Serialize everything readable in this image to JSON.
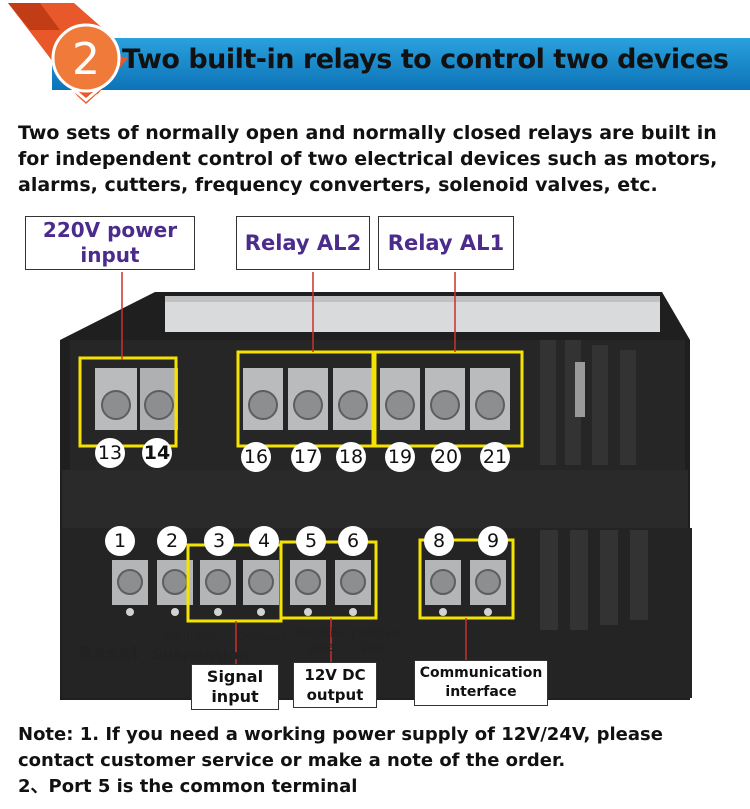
{
  "badge": {
    "number": "2"
  },
  "header": {
    "title": "Two built-in relays to control two devices"
  },
  "intro": {
    "text": "Two sets of normally open and normally closed relays are built in for independent control of two electrical devices such as motors, alarms, cutters, frequency converters, solenoid valves, etc."
  },
  "top_labels": {
    "power": "220V power input",
    "relay_al2": "Relay AL2",
    "relay_al1": "Relay AL1"
  },
  "top_terminals": [
    "13",
    "14",
    "16",
    "17",
    "18",
    "19",
    "20",
    "21"
  ],
  "bottom_terminals": [
    "1",
    "2",
    "3",
    "4",
    "5",
    "6",
    "8",
    "9"
  ],
  "bottom_labels": {
    "reset": "Reset",
    "suspension": "Suspension",
    "additions": "Additions",
    "decrease": "Decrease",
    "negative_pole": "Negative pole",
    "positive_pole": "positive pole",
    "signal_input": "Signal input",
    "dc_output": "12V DC output",
    "communication": "Communication interface"
  },
  "note": {
    "line1": "Note: 1. If you need a working power supply of 12V/24V, please contact customer service or make a note of the order.",
    "line2": "2、Port 5 is the common terminal"
  },
  "colors": {
    "title_bar": "#1a8fd3",
    "badge": "#e9582a",
    "highlight": "#f4e300",
    "label_purple": "#4b2b8c",
    "device_body": "#1e1e1e"
  }
}
